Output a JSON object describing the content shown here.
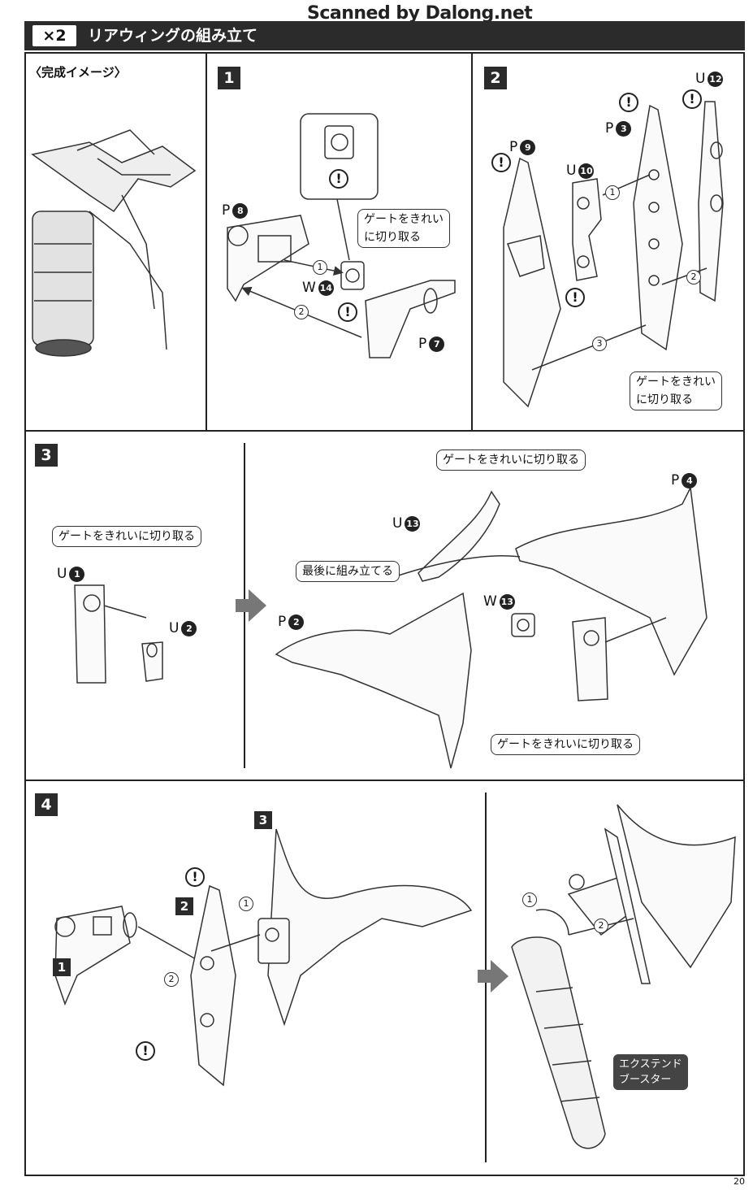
{
  "watermark": "Scanned by Dalong.net",
  "header": {
    "count_badge": "×2",
    "title": "リアウィングの組み立て"
  },
  "completed_image": {
    "label": "〈完成イメージ〉"
  },
  "steps": {
    "s1": {
      "number": "1",
      "parts": {
        "p8": "P",
        "p8n": "8",
        "w14": "W",
        "w14n": "14",
        "p7": "P",
        "p7n": "7"
      },
      "note": "ゲートをきれい\nに切り取る",
      "note_line1": "ゲートをきれい",
      "note_line2": "に切り取る",
      "order": [
        "1",
        "2"
      ]
    },
    "s2": {
      "number": "2",
      "parts": {
        "p9": "P",
        "p9n": "9",
        "u10": "U",
        "u10n": "10",
        "p3": "P",
        "p3n": "3",
        "u12": "U",
        "u12n": "12"
      },
      "note_line1": "ゲートをきれい",
      "note_line2": "に切り取る",
      "order": [
        "1",
        "2",
        "3"
      ]
    },
    "s3": {
      "number": "3",
      "parts": {
        "u1": "U",
        "u1n": "1",
        "u2": "U",
        "u2n": "2",
        "u13": "U",
        "u13n": "13",
        "p4": "P",
        "p4n": "4",
        "p2": "P",
        "p2n": "2",
        "w13": "W",
        "w13n": "13"
      },
      "note_gate": "ゲートをきれいに切り取る",
      "note_last": "最後に組み立てる"
    },
    "s4": {
      "number": "4",
      "sub": {
        "a": "1",
        "b": "2",
        "c": "3"
      },
      "order": [
        "1",
        "2"
      ],
      "booster_line1": "エクステンド",
      "booster_line2": "ブースター"
    }
  },
  "caution_symbol": "!",
  "page_number": "20"
}
